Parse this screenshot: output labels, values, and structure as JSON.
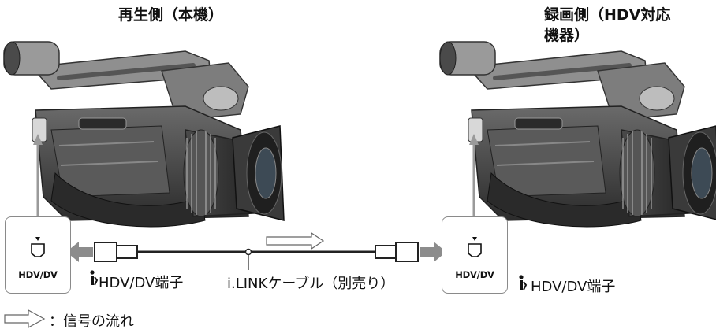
{
  "source_device": {
    "title": "再生側（本機）",
    "port_label": "HDV/DV",
    "terminal_label": "HDV/DV端子"
  },
  "destination_device": {
    "title_line1": "録画側（HDV対応",
    "title_line2": "機器）",
    "port_label": "HDV/DV",
    "terminal_label": "HDV/DV端子"
  },
  "cable": {
    "label": "i.LINKケーブル（別売り）"
  },
  "legend": {
    "signal_flow_label": "：信号の流れ"
  },
  "icons": [
    "camcorder-icon",
    "ilink-icon",
    "ilink-port-icon",
    "signal-flow-arrow-icon"
  ],
  "colors": {
    "line": "#222222",
    "arrow_gray": "#8c8c8c",
    "box_border": "#8a8a8a",
    "body_dark": "#3b3b3b"
  }
}
